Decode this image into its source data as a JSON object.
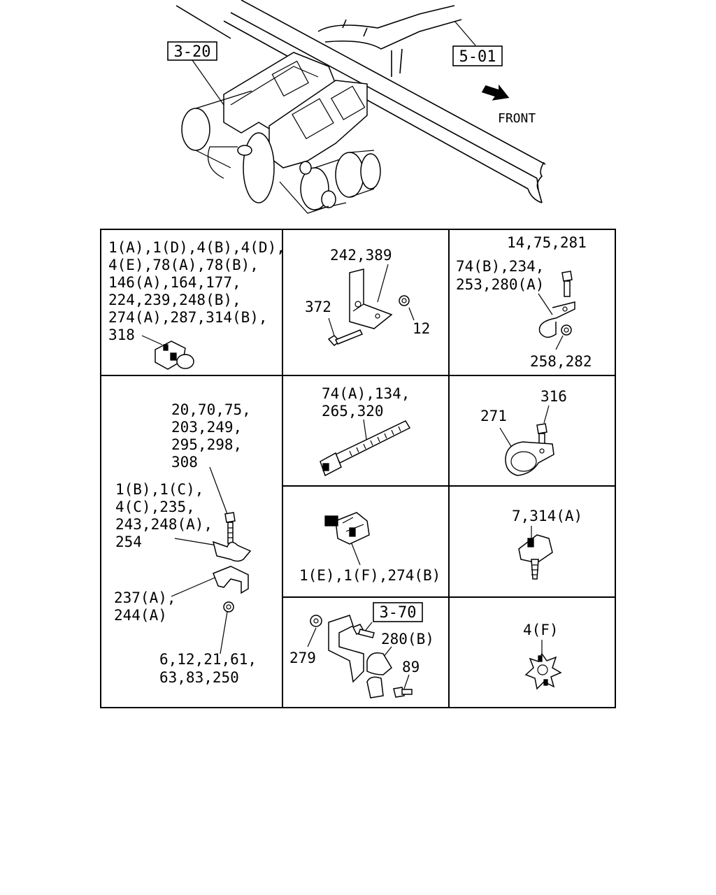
{
  "overview": {
    "refs": [
      "3-20",
      "5-01"
    ],
    "front_label": "FRONT"
  },
  "cells": {
    "c1": {
      "lines": [
        "1(A),1(D),4(B),4(D),",
        "4(E),78(A),78(B),",
        "146(A),164,177,",
        "224,239,248(B),",
        "274(A),287,314(B),",
        "318"
      ]
    },
    "c2": {
      "top": "242,389",
      "left": "372",
      "right": "12"
    },
    "c3": {
      "lines": [
        "14,75,281",
        "74(B),234,",
        "253,280(A)"
      ],
      "bottom": "258,282"
    },
    "c4": {
      "top_lines": [
        "20,70,75,",
        "203,249,",
        "295,298,",
        "308"
      ],
      "mid_lines": [
        "1(B),1(C),",
        "4(C),235,",
        "243,248(A),",
        "254"
      ],
      "lower_lines": [
        "237(A),",
        "244(A)"
      ],
      "bottom_lines": [
        "6,12,21,61,",
        "63,83,250"
      ]
    },
    "c5": {
      "lines": [
        "74(A),134,",
        "265,320"
      ]
    },
    "c6": {
      "a": "316",
      "b": "271"
    },
    "c7": {
      "label": "1(E),1(F),274(B)"
    },
    "c8": {
      "label": "7,314(A)"
    },
    "c9": {
      "ref": "3-70",
      "a": "279",
      "b": "280(B)",
      "c": "89"
    },
    "c10": {
      "label": "4(F)"
    }
  }
}
